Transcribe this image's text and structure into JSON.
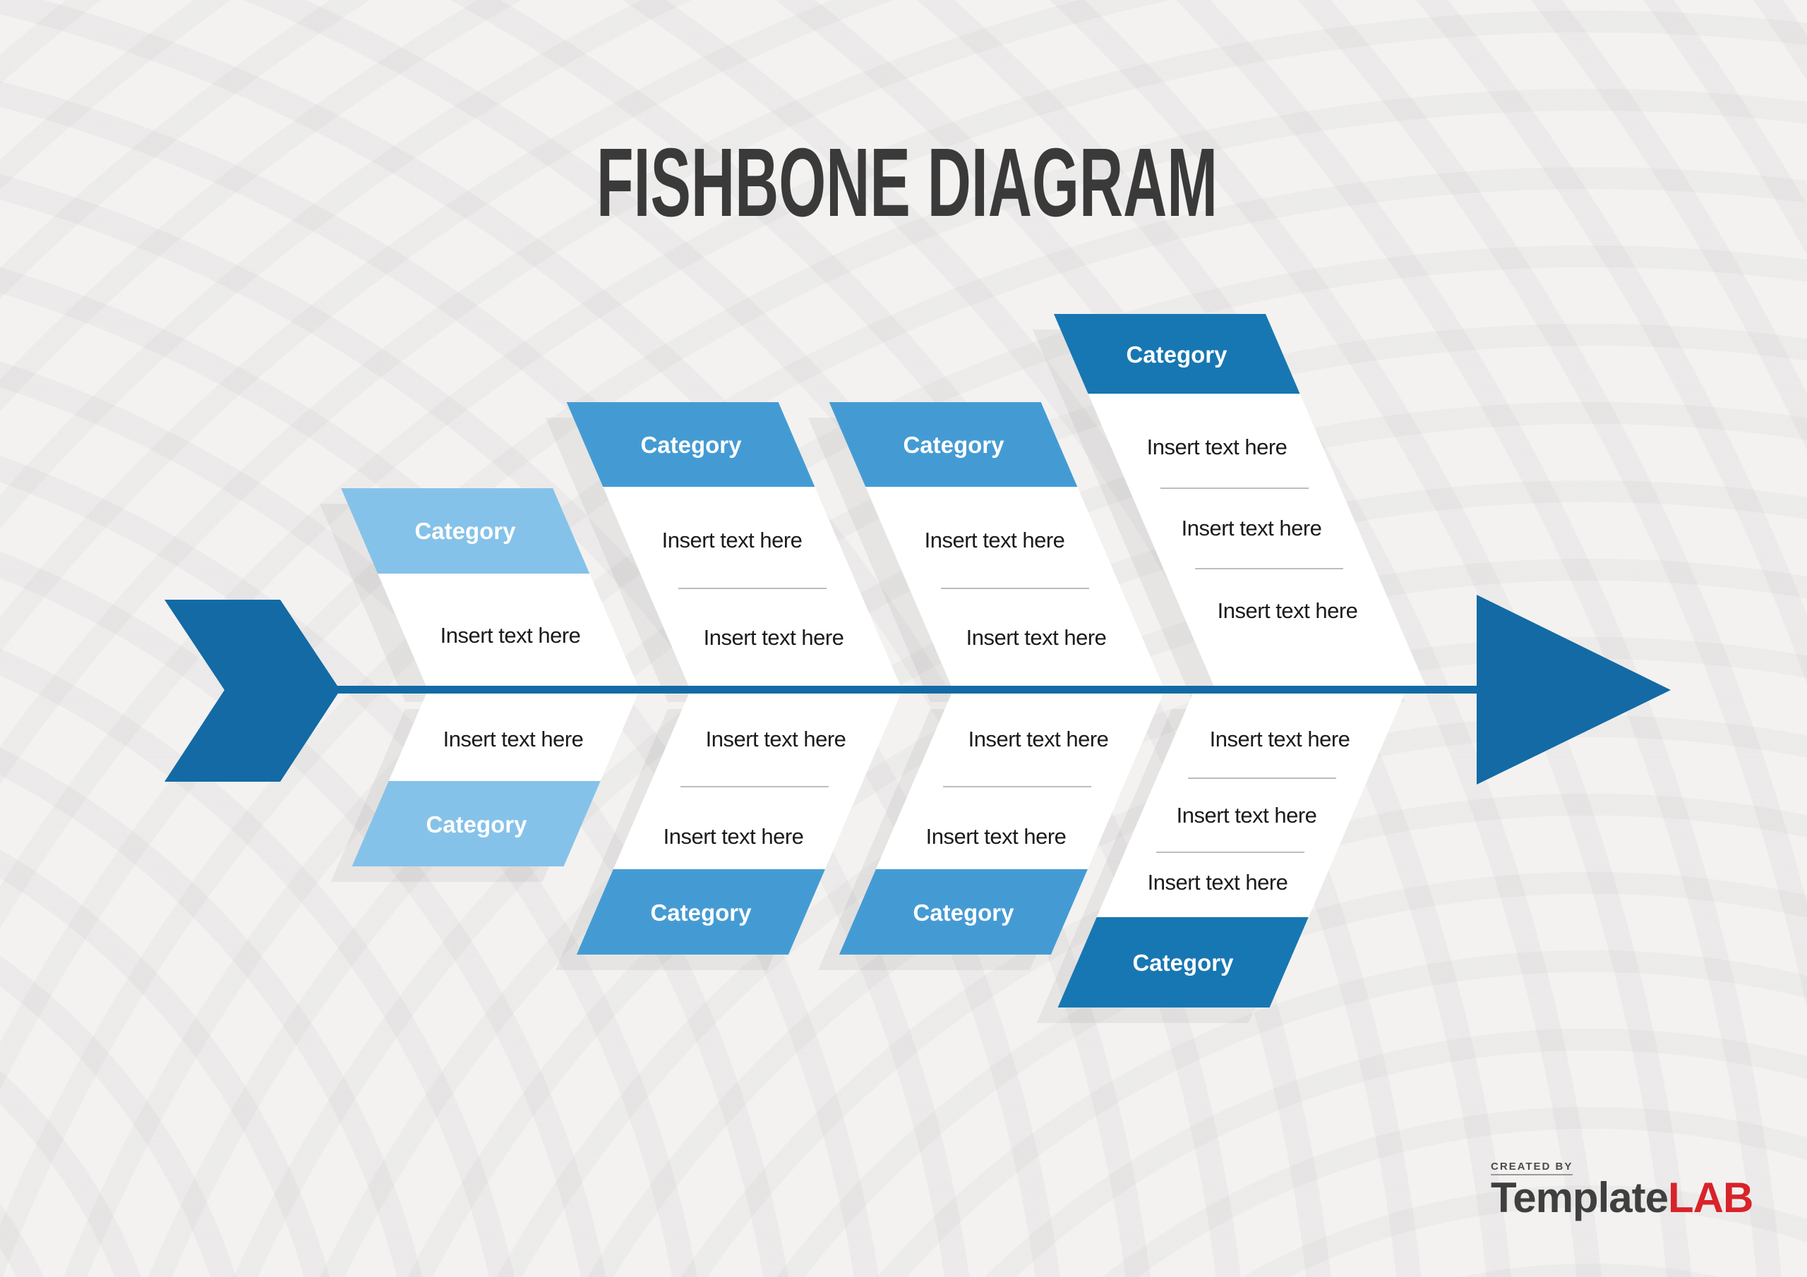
{
  "title": "FISHBONE DIAGRAM",
  "colors": {
    "spine_blue": "#136aa5",
    "dark_blue": "#1777b2",
    "medium_blue": "#449bd4",
    "light_blue": "#85c2e9",
    "background": "#f3f2f1",
    "divider_gray": "#bdbdbd",
    "item_text": "#1b1b1b",
    "title_text": "#3a3a3a",
    "brand_gray": "#3f3f3f",
    "brand_red": "#d8232a"
  },
  "bones": {
    "top": [
      {
        "category": "Category",
        "items": [
          "Insert text here"
        ]
      },
      {
        "category": "Category",
        "items": [
          "Insert text here",
          "Insert text here"
        ]
      },
      {
        "category": "Category",
        "items": [
          "Insert text here",
          "Insert text here"
        ]
      },
      {
        "category": "Category",
        "items": [
          "Insert text here",
          "Insert text here",
          "Insert text here"
        ]
      }
    ],
    "bottom": [
      {
        "category": "Category",
        "items": [
          "Insert text here"
        ]
      },
      {
        "category": "Category",
        "items": [
          "Insert text here",
          "Insert text here"
        ]
      },
      {
        "category": "Category",
        "items": [
          "Insert text here",
          "Insert text here"
        ]
      },
      {
        "category": "Category",
        "items": [
          "Insert text here",
          "Insert text here",
          "Insert text here"
        ]
      }
    ]
  },
  "footer": {
    "created_by": "CREATED BY",
    "brand_gray": "Template",
    "brand_red": "LAB"
  }
}
